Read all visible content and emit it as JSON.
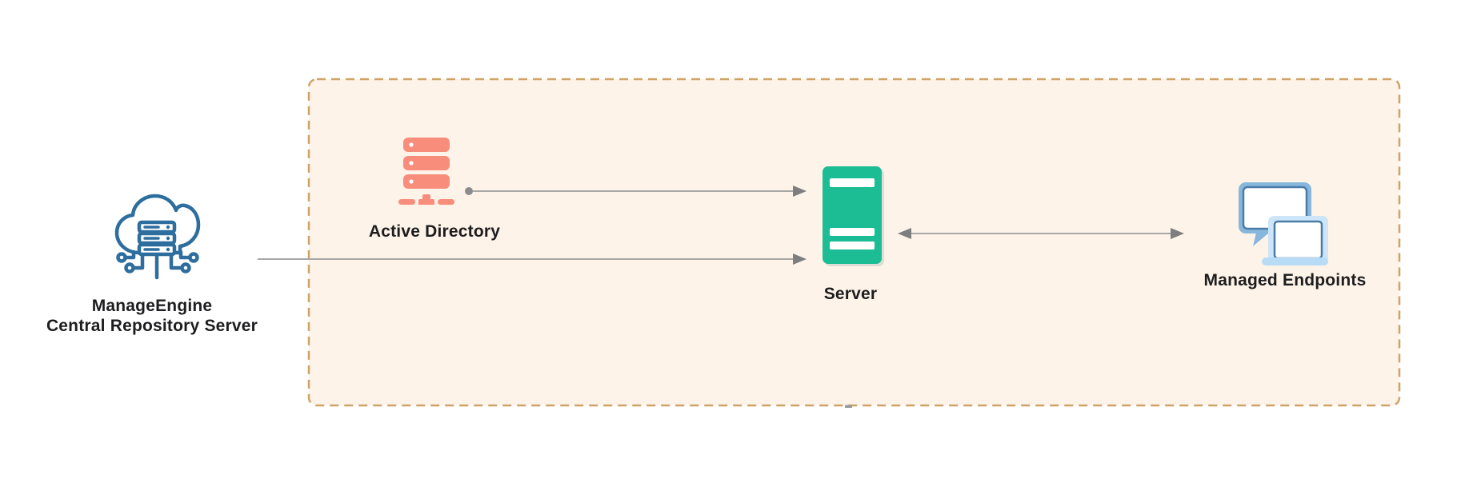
{
  "diagram": {
    "nodes": {
      "central_repository": {
        "label_line1": "ManageEngine",
        "label_line2": "Central Repository Server",
        "icon": "cloud-server-icon",
        "icon_color": "#2d6e9e"
      },
      "active_directory": {
        "label": "Active Directory",
        "icon": "server-rack-icon",
        "icon_color": "#f98d7c"
      },
      "server": {
        "label": "Server",
        "icon": "server-tower-icon",
        "icon_color": "#1cbd94"
      },
      "managed_endpoints": {
        "label": "Managed Endpoints",
        "icon": "desktop-laptop-icon",
        "icon_color": "#87b7dd"
      }
    },
    "boundary": {
      "style": "dashed",
      "fill": "#fdf3e8",
      "border_color": "#cfa368"
    },
    "connectors": [
      {
        "from": "active_directory",
        "to": "server",
        "direction": "one-way"
      },
      {
        "from": "central_repository",
        "to": "server",
        "direction": "one-way"
      },
      {
        "from": "server",
        "to": "managed_endpoints",
        "direction": "two-way"
      }
    ],
    "colors": {
      "connector_line": "#a7a7a7",
      "connector_head": "#7e7e7e",
      "connector_dot": "#8c8c8c",
      "label_text": "#1d1d1f",
      "page_background": "#ffffff"
    }
  }
}
